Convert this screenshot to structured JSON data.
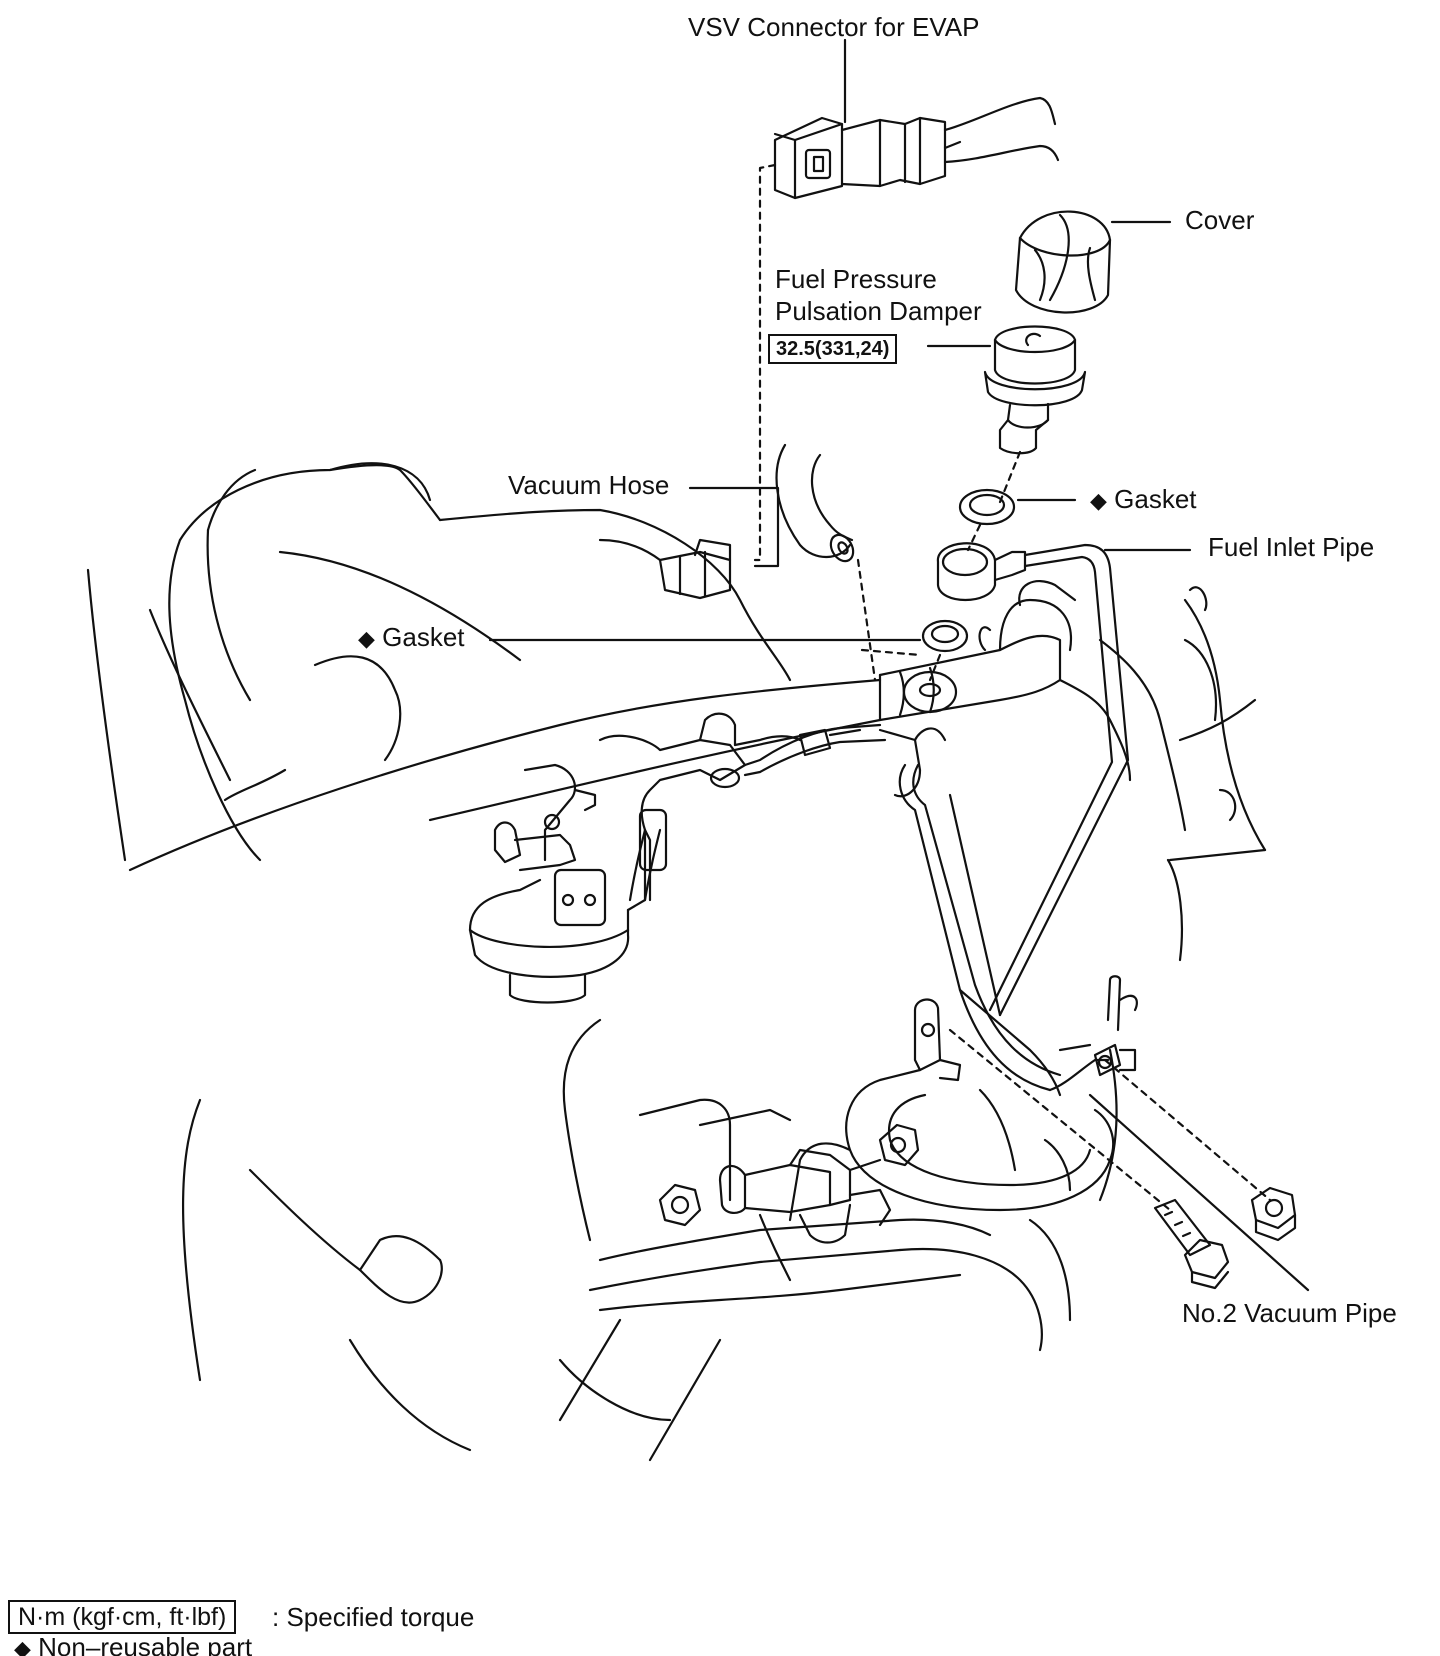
{
  "labels": {
    "vsv_connector": "VSV Connector for EVAP",
    "cover": "Cover",
    "damper_line1": "Fuel Pressure",
    "damper_line2": "Pulsation Damper",
    "damper_torque": "32.5(331,24)",
    "vacuum_hose": "Vacuum Hose",
    "gasket_upper": "Gasket",
    "fuel_inlet_pipe": "Fuel Inlet Pipe",
    "gasket_lower": "Gasket",
    "vacuum_pipe": "No.2 Vacuum Pipe"
  },
  "legend": {
    "torque_unit": "N·m (kgf·cm, ft·lbf)",
    "torque_desc": ": Specified torque",
    "nonreusable_symbol": "◆",
    "nonreusable_desc": "Non–reusable part"
  },
  "symbols": {
    "diamond": "◆"
  }
}
